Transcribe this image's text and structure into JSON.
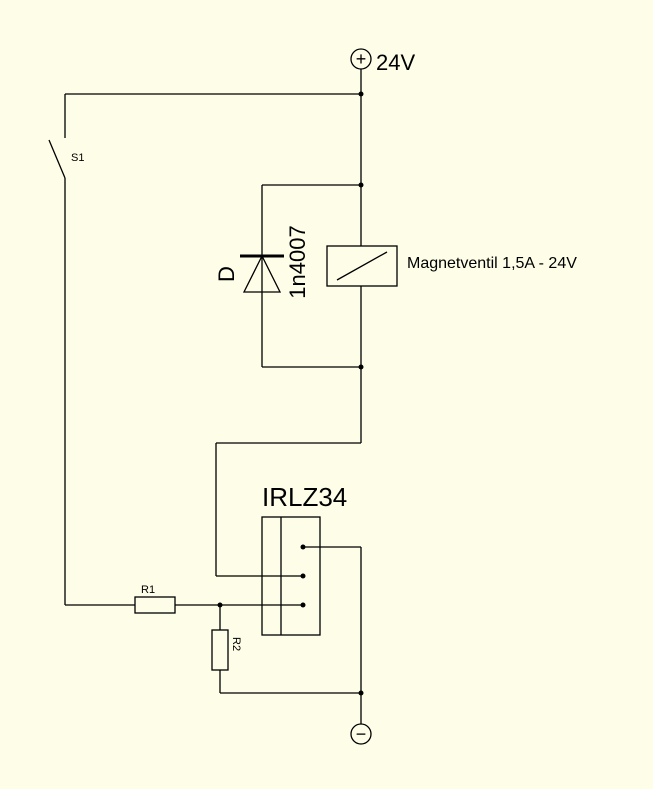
{
  "supply": {
    "positive_symbol": "+",
    "positive_label": "24V",
    "negative_symbol": "−"
  },
  "switch": {
    "label": "S1"
  },
  "diode": {
    "designator": "D",
    "part": "1n4007"
  },
  "solenoid": {
    "label": "Magnetventil 1,5A - 24V"
  },
  "mosfet": {
    "label": "IRLZ34"
  },
  "resistors": [
    {
      "label": "R1"
    },
    {
      "label": "R2"
    }
  ]
}
